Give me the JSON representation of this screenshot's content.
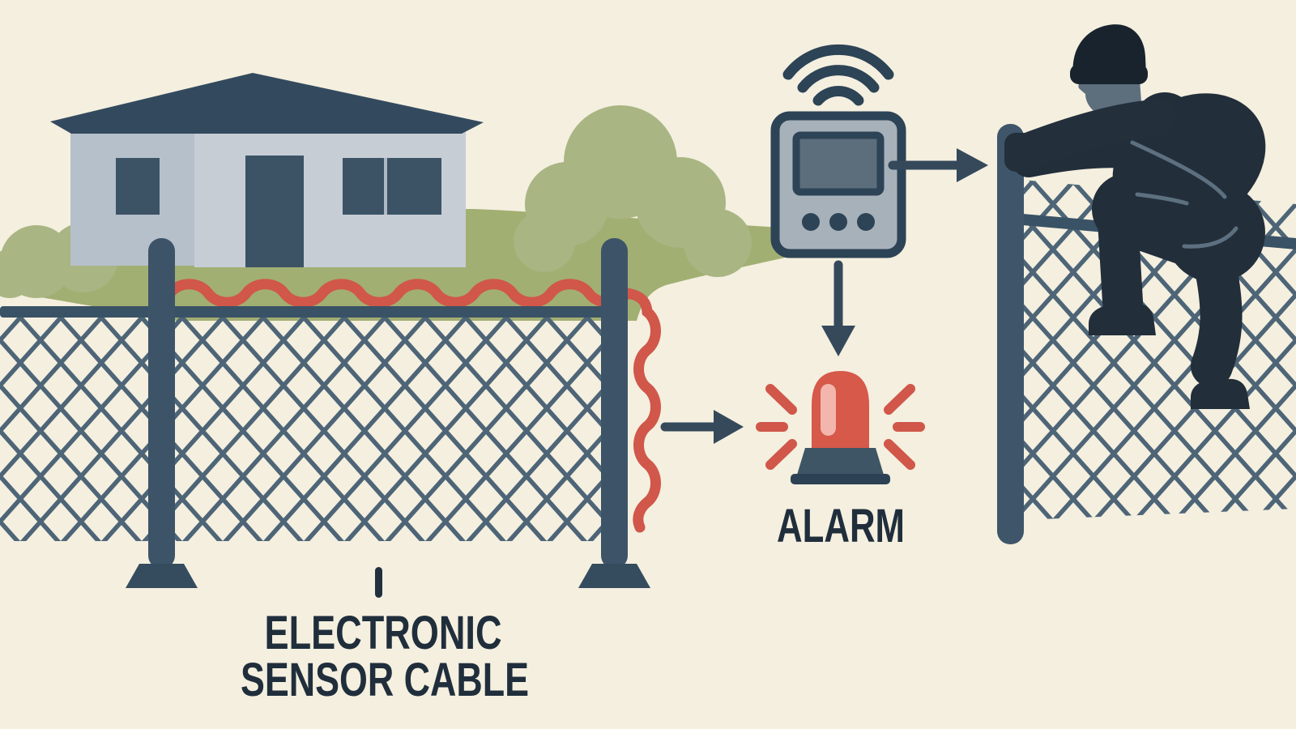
{
  "scene": {
    "description": "Illustrated diagram of a perimeter intrusion detection system: an electronic sensor cable on a chain-link fence around a house sends a signal to a wireless control panel, which triggers an alarm when an intruder climbs the fence",
    "background_color": "#f4efdf"
  },
  "labels": {
    "cable_label_line1": "ELECTRONIC",
    "cable_label_line2": "SENSOR CABLE",
    "alarm_label": "ALARM"
  },
  "colors": {
    "background": "#f4efdf",
    "grass_hill": "#a2af72",
    "bush": "#a9b583",
    "house_roof": "#334a5e",
    "house_wall_left": "#b6c0ca",
    "house_wall_front": "#c6cdd5",
    "house_window": "#3c5366",
    "fence_mesh": "#4e6577",
    "fence_rail": "#3a5265",
    "fence_post": "#3d5468",
    "sensor_cable_red": "#d0574a",
    "alarm_dome_red": "#d6594a",
    "alarm_dome_highlight": "#f2b6ac",
    "alarm_base": "#3e5565",
    "alarm_base_flange": "#2c4254",
    "panel_body": "#a7b1b9",
    "panel_dark": "#2d4356",
    "arrow": "#35495b",
    "label_text": "#202e3c",
    "intruder_body": "#222e3a",
    "intruder_hat": "#18232e",
    "intruder_face": "#5d6e7d",
    "intruder_highlight": "#5d7080"
  },
  "icons": [
    "house-icon",
    "bush-icon",
    "chain-link-fence-icon",
    "sensor-cable-icon",
    "wifi-signal-icon",
    "control-panel-icon",
    "arrow-right-icon",
    "arrow-down-icon",
    "alarm-siren-icon",
    "intruder-silhouette-icon",
    "label-pointer-tick"
  ]
}
